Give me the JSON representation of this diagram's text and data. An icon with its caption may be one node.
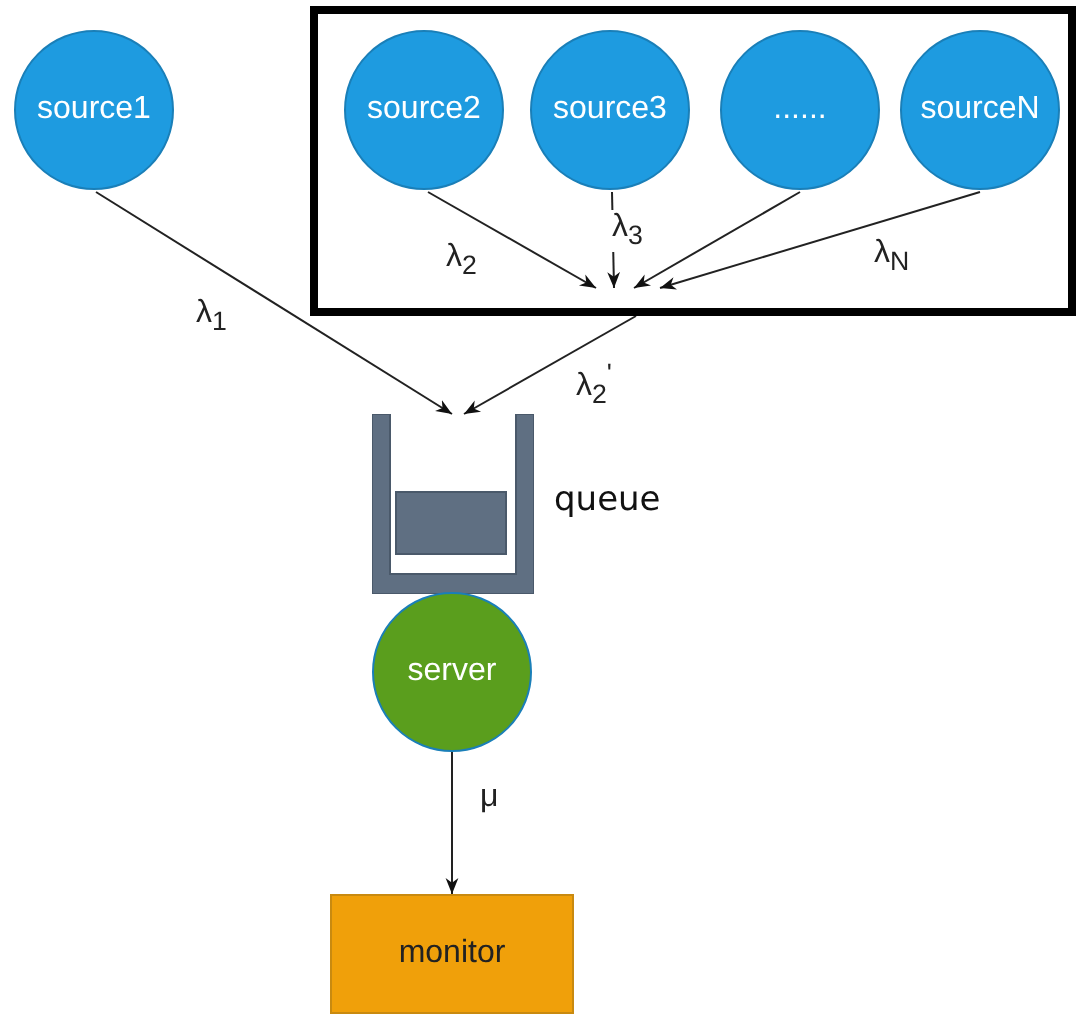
{
  "diagram": {
    "nodes": [
      {
        "text": [
          "source1"
        ]
      },
      {
        "text": [],
        "shape": "box"
      },
      {
        "text": [
          "source2"
        ],
        "in": 1
      },
      {
        "text": [
          "source3"
        ],
        "in": 1
      },
      {
        "text": [
          "......"
        ],
        "in": 1
      },
      {
        "text": [
          "sourceN"
        ],
        "in": 1
      },
      {
        "text": [],
        "shape": "container",
        "beside": [
          "queue"
        ]
      },
      {
        "text": [
          "server"
        ]
      },
      {
        "text": [
          "monitor"
        ]
      }
    ],
    "edges": [
      {
        "from": 0,
        "to": 6,
        "arrow": "to",
        "label": "λ$_{1}$"
      },
      {
        "from": 2,
        "to": null,
        "arrow": "to",
        "label": "λ$_{2}$"
      },
      {
        "from": 3,
        "to": null,
        "arrow": "to",
        "label": "λ$_{3}$"
      },
      {
        "from": 4,
        "to": null,
        "arrow": "to"
      },
      {
        "from": 5,
        "to": null,
        "arrow": "to",
        "label": "λ$_{N}$"
      },
      {
        "from": 1,
        "to": 6,
        "arrow": "to",
        "label": "λ$_{2}$$^{'}$"
      },
      {
        "from": 7,
        "to": 8,
        "arrow": "to",
        "label": "μ"
      }
    ]
  }
}
